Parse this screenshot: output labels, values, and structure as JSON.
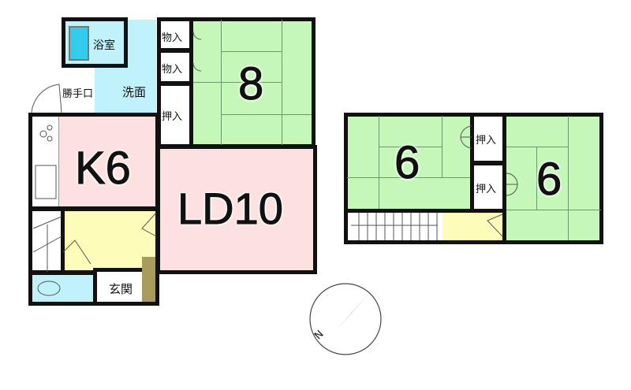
{
  "floor1": {
    "bath": "浴室",
    "washroom": "洗面",
    "back_door": "勝手口",
    "storage1": "物入",
    "storage2": "物入",
    "closet": "押入",
    "tatami_room": "8",
    "kitchen": "K6",
    "living_dining": "LD10",
    "entrance": "玄関"
  },
  "floor2": {
    "room_left": "6",
    "room_right": "6",
    "closet_top": "押入",
    "closet_bottom": "押入"
  },
  "compass": {
    "north_label": "N"
  },
  "colors": {
    "tatami": "#c4f7b8",
    "kitchen": "#fde0e0",
    "water": "#bff2fb",
    "hall": "#fdfcb8",
    "wall": "#111111"
  }
}
